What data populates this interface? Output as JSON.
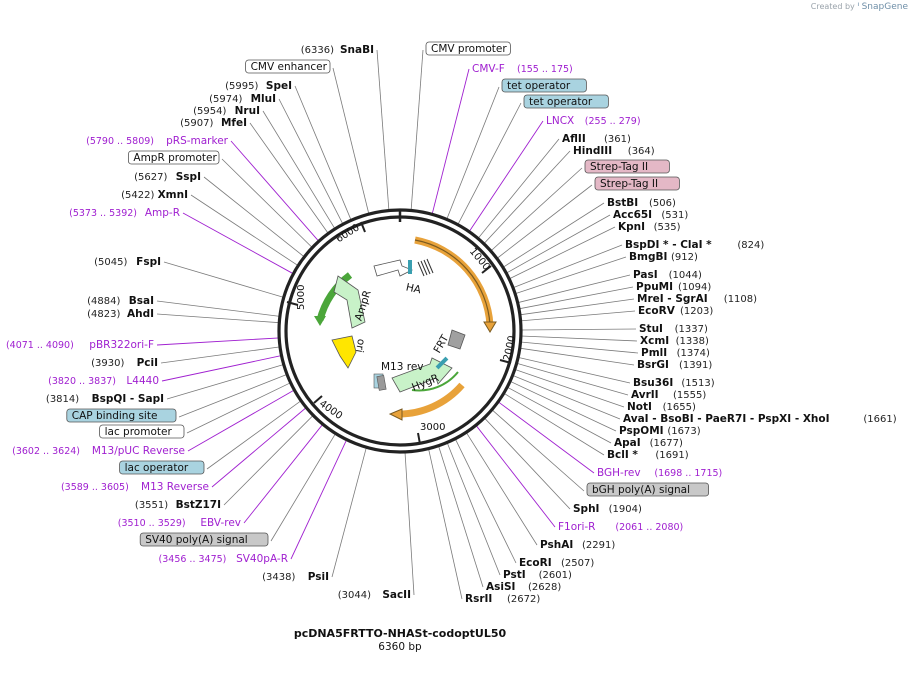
{
  "credit": {
    "prefix": "Created by",
    "brand": "SnapGene"
  },
  "plasmid": {
    "name": "pcDNA5FRTTO-NHASt-codoptUL50",
    "length": "6360 bp"
  },
  "ticks": [
    "1000",
    "2000",
    "3000",
    "4000",
    "5000",
    "6000"
  ],
  "inner_labels": [
    "HA",
    "AmpR",
    "ori",
    "M13 rev",
    "FRT",
    "HygR"
  ],
  "right_labels": [
    {
      "type": "box",
      "text": "CMV promoter",
      "fill": "#ffffff"
    },
    {
      "type": "primer",
      "name": "CMV-F",
      "range": "(155 .. 175)"
    },
    {
      "type": "box",
      "text": "tet operator",
      "fill": "#a9d3e0"
    },
    {
      "type": "box",
      "text": "tet operator",
      "fill": "#a9d3e0"
    },
    {
      "type": "primer",
      "name": "LNCX",
      "range": "(255 .. 279)"
    },
    {
      "type": "site",
      "name": "AflII",
      "pos": "(361)"
    },
    {
      "type": "site",
      "name": "HindIII",
      "pos": "(364)"
    },
    {
      "type": "box",
      "text": "Strep-Tag II",
      "fill": "#e4b8c6"
    },
    {
      "type": "box",
      "text": "Strep-Tag II",
      "fill": "#e4b8c6"
    },
    {
      "type": "site",
      "name": "BstBI",
      "pos": "(506)"
    },
    {
      "type": "site",
      "name": "Acc65I",
      "pos": "(531)"
    },
    {
      "type": "site",
      "name": "KpnI",
      "pos": "(535)"
    },
    {
      "type": "site",
      "name": "BspDI * - ClaI *",
      "pos": "(824)"
    },
    {
      "type": "site",
      "name": "BmgBI",
      "pos": "(912)"
    },
    {
      "type": "site",
      "name": "PasI",
      "pos": "(1044)"
    },
    {
      "type": "site",
      "name": "PpuMI",
      "pos": "(1094)"
    },
    {
      "type": "site",
      "name": "MreI - SgrAI",
      "pos": "(1108)"
    },
    {
      "type": "site",
      "name": "EcoRV",
      "pos": "(1203)"
    },
    {
      "type": "site",
      "name": "StuI",
      "pos": "(1337)"
    },
    {
      "type": "site",
      "name": "XcmI",
      "pos": "(1338)"
    },
    {
      "type": "site",
      "name": "PmlI",
      "pos": "(1374)"
    },
    {
      "type": "site",
      "name": "BsrGI",
      "pos": "(1391)"
    },
    {
      "type": "site",
      "name": "Bsu36I",
      "pos": "(1513)"
    },
    {
      "type": "site",
      "name": "AvrII",
      "pos": "(1555)"
    },
    {
      "type": "site",
      "name": "NotI",
      "pos": "(1655)"
    },
    {
      "type": "site",
      "name": "AvaI - BsoBI - PaeR7I - PspXI - XhoI",
      "pos": "(1661)"
    },
    {
      "type": "site",
      "name": "PspOMI",
      "pos": "(1673)"
    },
    {
      "type": "site",
      "name": "ApaI",
      "pos": "(1677)"
    },
    {
      "type": "site",
      "name": "BclI *",
      "pos": "(1691)"
    },
    {
      "type": "primer",
      "name": "BGH-rev",
      "range": "(1698 .. 1715)"
    },
    {
      "type": "box",
      "text": "bGH poly(A) signal",
      "fill": "#c8c8c8"
    },
    {
      "type": "site",
      "name": "SphI",
      "pos": "(1904)"
    },
    {
      "type": "primer",
      "name": "F1ori-R",
      "range": "(2061 .. 2080)"
    },
    {
      "type": "site",
      "name": "PshAI",
      "pos": "(2291)"
    },
    {
      "type": "site",
      "name": "EcoRI",
      "pos": "(2507)"
    },
    {
      "type": "site",
      "name": "PstI",
      "pos": "(2601)"
    },
    {
      "type": "site",
      "name": "AsiSI",
      "pos": "(2628)"
    },
    {
      "type": "site",
      "name": "RsrII",
      "pos": "(2672)"
    }
  ],
  "left_labels": [
    {
      "type": "site",
      "name": "SnaBI",
      "pos": "(6336)"
    },
    {
      "type": "box",
      "text": "CMV enhancer",
      "fill": "#ffffff"
    },
    {
      "type": "site",
      "name": "SpeI",
      "pos": "(5995)"
    },
    {
      "type": "site",
      "name": "MluI",
      "pos": "(5974)"
    },
    {
      "type": "site",
      "name": "NruI",
      "pos": "(5954)"
    },
    {
      "type": "site",
      "name": "MfeI",
      "pos": "(5907)"
    },
    {
      "type": "primer",
      "name": "pRS-marker",
      "range": "(5790 .. 5809)"
    },
    {
      "type": "box",
      "text": "AmpR promoter",
      "fill": "#ffffff"
    },
    {
      "type": "site",
      "name": "SspI",
      "pos": "(5627)"
    },
    {
      "type": "site",
      "name": "XmnI",
      "pos": "(5422)"
    },
    {
      "type": "primer",
      "name": "Amp-R",
      "range": "(5373 .. 5392)"
    },
    {
      "type": "site",
      "name": "FspI",
      "pos": "(5045)"
    },
    {
      "type": "site",
      "name": "BsaI",
      "pos": "(4884)"
    },
    {
      "type": "site",
      "name": "AhdI",
      "pos": "(4823)"
    },
    {
      "type": "primer",
      "name": "pBR322ori-F",
      "range": "(4071 .. 4090)"
    },
    {
      "type": "site",
      "name": "PciI",
      "pos": "(3930)"
    },
    {
      "type": "primer",
      "name": "L4440",
      "range": "(3820 .. 3837)"
    },
    {
      "type": "site",
      "name": "BspQI - SapI",
      "pos": "(3814)"
    },
    {
      "type": "box",
      "text": "CAP binding site",
      "fill": "#a9d3e0"
    },
    {
      "type": "box",
      "text": "lac promoter",
      "fill": "#ffffff"
    },
    {
      "type": "primer",
      "name": "M13/pUC Reverse",
      "range": "(3602 .. 3624)"
    },
    {
      "type": "box",
      "text": "lac operator",
      "fill": "#a9d3e0"
    },
    {
      "type": "primer",
      "name": "M13 Reverse",
      "range": "(3589 .. 3605)"
    },
    {
      "type": "site",
      "name": "BstZ17I",
      "pos": "(3551)"
    },
    {
      "type": "primer",
      "name": "EBV-rev",
      "range": "(3510 .. 3529)"
    },
    {
      "type": "box",
      "text": "SV40 poly(A) signal",
      "fill": "#c8c8c8"
    },
    {
      "type": "primer",
      "name": "SV40pA-R",
      "range": "(3456 .. 3475)"
    },
    {
      "type": "site",
      "name": "PsiI",
      "pos": "(3438)"
    },
    {
      "type": "site",
      "name": "SacII",
      "pos": "(3044)"
    }
  ]
}
